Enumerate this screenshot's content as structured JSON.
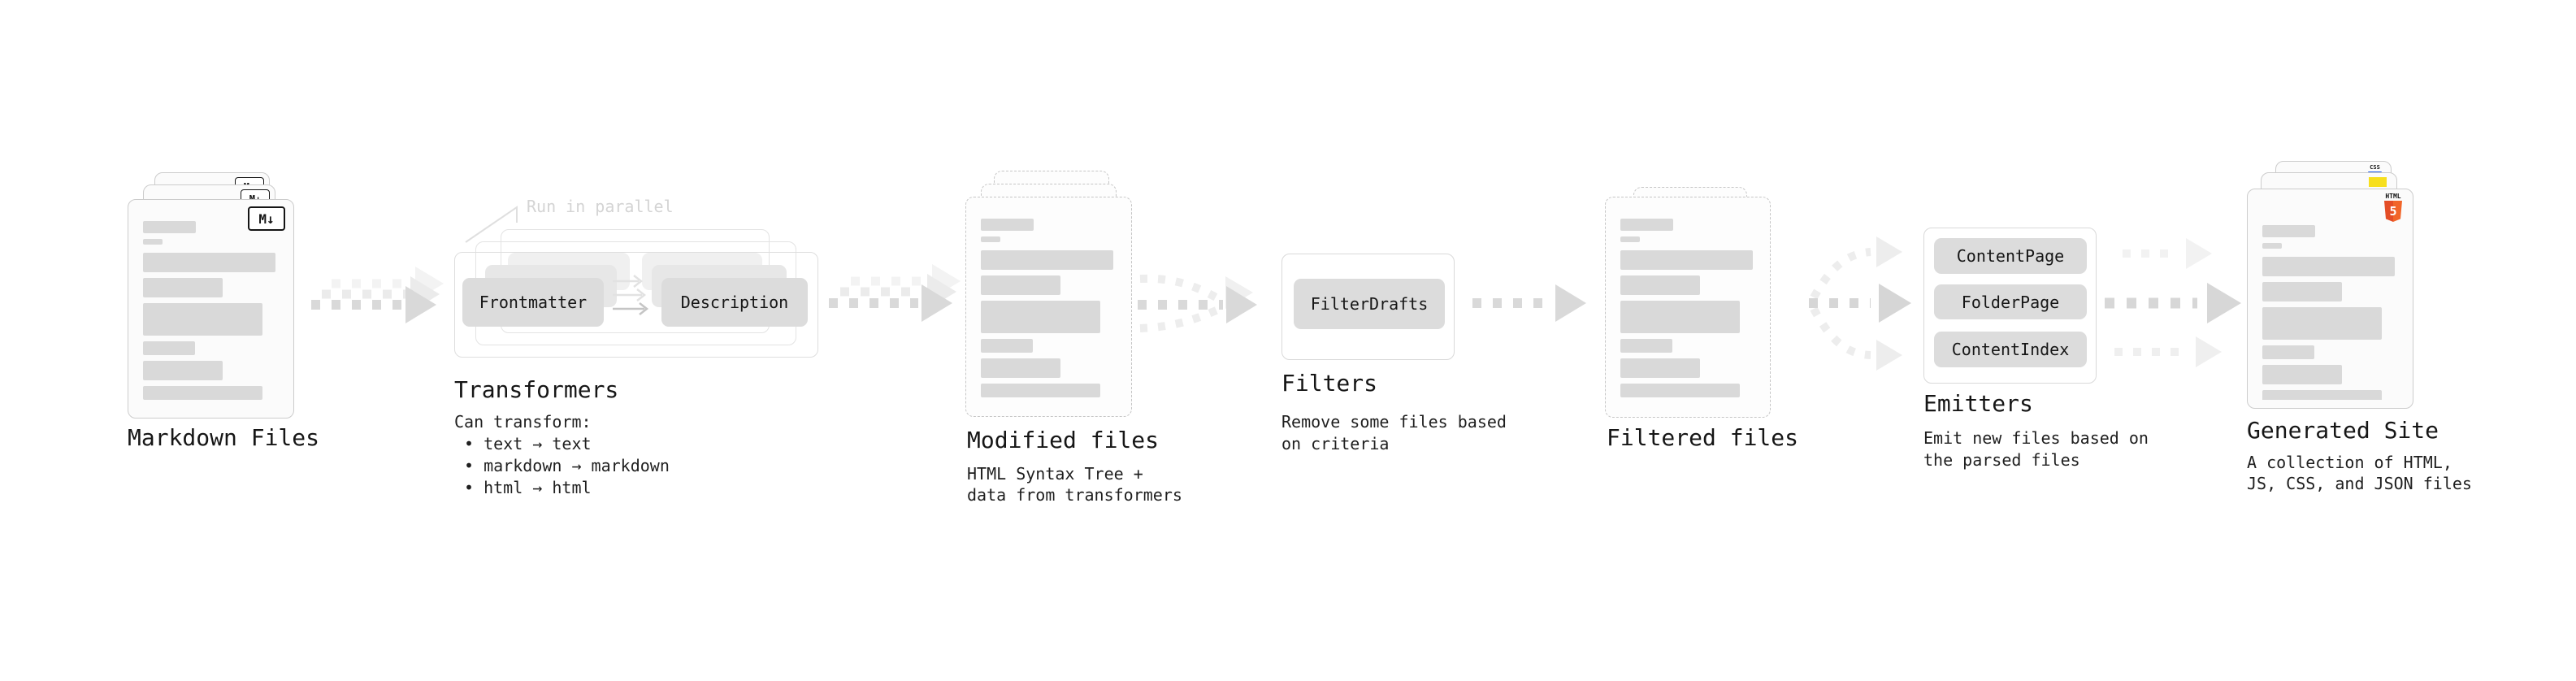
{
  "colors": {
    "background": "#ffffff",
    "text": "#1a1a1a",
    "note_muted": "#d4d4d4",
    "placeholder_bar": "#d9d9d9",
    "card_border": "#cccccc",
    "dashed_border": "#c6c6c6",
    "pill_bg": "#dcdcdc",
    "arrow_main": "#d9d9d9",
    "arrow_ghost": "#ebebeb",
    "arrow_faint": "#f3f3f3",
    "markdown_icon": "#141414",
    "html5_orange": "#e44d26",
    "html5_orange_light": "#f16529",
    "js_yellow": "#f7df1e",
    "css_blue": "#2965f1"
  },
  "file_card_bars": [
    {
      "w": 65,
      "h": 15,
      "mt": 0
    },
    {
      "w": 24,
      "h": 7,
      "mt": 7
    },
    {
      "w": 163,
      "h": 24,
      "mt": 10
    },
    {
      "w": 98,
      "h": 24,
      "mt": 7
    },
    {
      "w": 147,
      "h": 40,
      "mt": 7
    },
    {
      "w": 64,
      "h": 17,
      "mt": 7
    },
    {
      "w": 98,
      "h": 24,
      "mt": 7
    },
    {
      "w": 147,
      "h": 17,
      "mt": 7
    }
  ],
  "stages": {
    "markdown": {
      "label": "Markdown Files",
      "badge": "M↓"
    },
    "transformers": {
      "label": "Transformers",
      "note": "Run in parallel",
      "pill_left": "Frontmatter",
      "pill_right": "Description",
      "desc_title": "Can transform:",
      "bullet_1": "• text → text",
      "bullet_2": "• markdown → markdown",
      "bullet_3": "• html → html"
    },
    "modified": {
      "label": "Modified files",
      "desc_line1": "HTML Syntax Tree +",
      "desc_line2": "data from transformers"
    },
    "filters": {
      "label": "Filters",
      "pill": "FilterDrafts",
      "desc_line1": "Remove some files based",
      "desc_line2": "on criteria"
    },
    "filtered": {
      "label": "Filtered files"
    },
    "emitters": {
      "label": "Emitters",
      "pill_1": "ContentPage",
      "pill_2": "FolderPage",
      "pill_3": "ContentIndex",
      "desc_line1": "Emit new files based on",
      "desc_line2": "the parsed files"
    },
    "generated": {
      "label": "Generated Site",
      "desc_line1": "A collection of HTML,",
      "desc_line2": "JS, CSS, and JSON files",
      "html5_label": "HTML",
      "html5_number": "5",
      "css_label": "CSS"
    }
  }
}
